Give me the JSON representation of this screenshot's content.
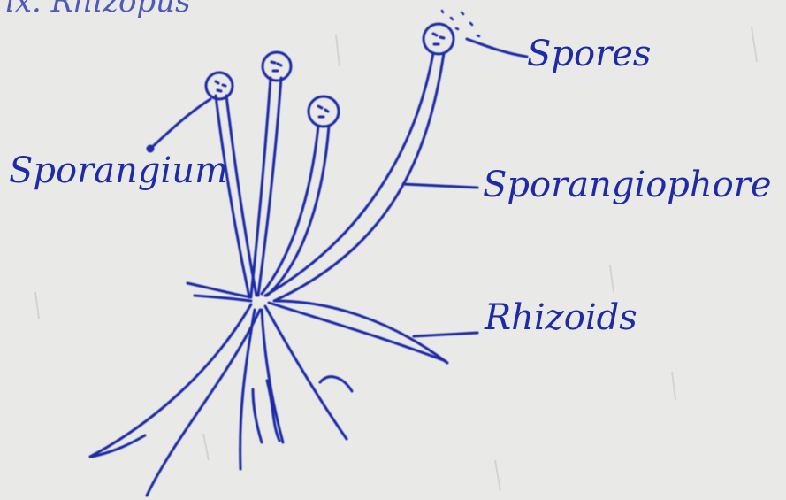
{
  "heading_partial": "ix. Rhizopus",
  "labels": {
    "spores": "Spores",
    "sporangium": "Sporangium",
    "sporangiophore": "Sporangiophore",
    "rhizoids": "Rhizoids"
  },
  "colors": {
    "paper": "#e9e9e7",
    "ink": "#1e2aa8"
  }
}
